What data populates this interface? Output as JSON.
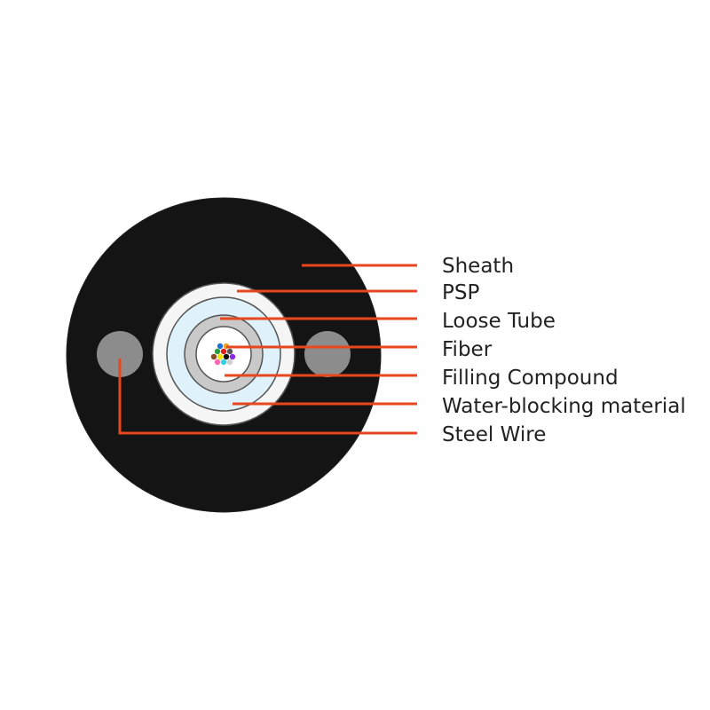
{
  "colors": {
    "background": "#ffffff",
    "sheath": "#141414",
    "steel_wire": "#8c8c8c",
    "psp": "#f5f5f5",
    "water_blocking": "#dff1fb",
    "loose_tube": "#c9c9c9",
    "filling_compound": "#ffffff",
    "ring_stroke": "#555555",
    "leader_line": "#e8461f",
    "label_text": "#222222"
  },
  "fiber_colors": [
    "#1e6fd9",
    "#f0a020",
    "#2e9e3e",
    "#e02020",
    "#555555",
    "#8a4b1f",
    "#f2e600",
    "#111111",
    "#8a2be2",
    "#ff69b4",
    "#36d1e0",
    "#cfcfcf"
  ],
  "labels": [
    {
      "text": "Sheath"
    },
    {
      "text": "PSP"
    },
    {
      "text": "Loose Tube"
    },
    {
      "text": "Fiber"
    },
    {
      "text": "Filling Compound"
    },
    {
      "text": "Water-blocking material"
    },
    {
      "text": "Steel Wire"
    }
  ]
}
